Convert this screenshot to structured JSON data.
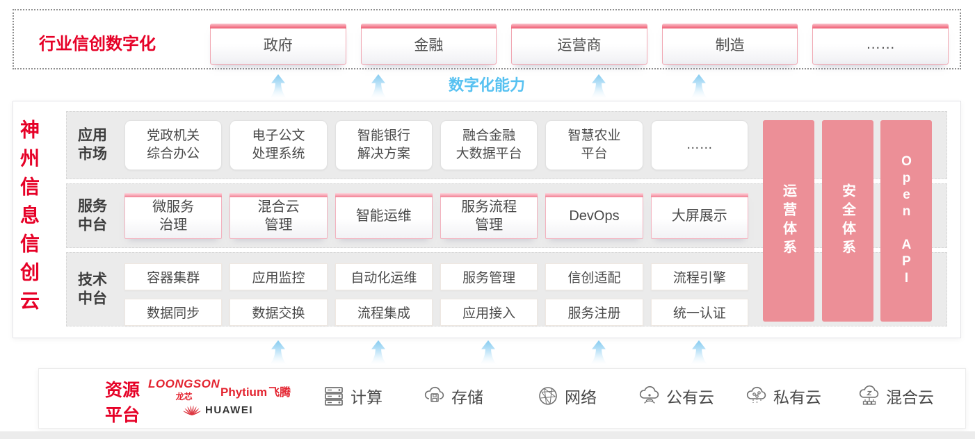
{
  "colors": {
    "red": "#e60127",
    "salmon": "#ec8f97",
    "blue": "#56c1f1"
  },
  "industry_band": {
    "title": "行业信创数字化",
    "sectors": [
      "政府",
      "金融",
      "运营商",
      "制造",
      "……"
    ]
  },
  "capability": {
    "label": "数字化能力"
  },
  "platform": {
    "title": "神州信息信创云",
    "rows": [
      {
        "label": "应用\n市场",
        "boxes": [
          "党政机关\n综合办公",
          "电子公文\n处理系统",
          "智能银行\n解决方案",
          "融合金融\n大数据平台",
          "智慧农业\n平台",
          "……"
        ]
      },
      {
        "label": "服务\n中台",
        "boxes": [
          "微服务\n治理",
          "混合云\n管理",
          "智能运维",
          "服务流程\n管理",
          "DevOps",
          "大屏展示"
        ]
      },
      {
        "label": "技术\n中台",
        "boxes": [
          "容器集群",
          "应用监控",
          "自动化运维",
          "服务管理",
          "信创适配",
          "流程引擎",
          "数据同步",
          "数据交换",
          "流程集成",
          "应用接入",
          "服务注册",
          "统一认证"
        ]
      }
    ],
    "pillars": [
      "运营体系",
      "安全体系",
      "Open API"
    ]
  },
  "resources": {
    "title": "资源\n平台",
    "vendors": {
      "loongson_en": "LOONGSON",
      "loongson_cn": "龙芯",
      "phytium_en": "Phytium",
      "phytium_cn": "飞腾",
      "huawei": "HUAWEI"
    },
    "items": [
      {
        "icon": "compute-icon",
        "label": "计算"
      },
      {
        "icon": "storage-icon",
        "label": "存储"
      },
      {
        "icon": "network-icon",
        "label": "网络"
      },
      {
        "icon": "public-cloud-icon",
        "label": "公有云"
      },
      {
        "icon": "private-cloud-icon",
        "label": "私有云"
      },
      {
        "icon": "hybrid-cloud-icon",
        "label": "混合云"
      }
    ]
  }
}
